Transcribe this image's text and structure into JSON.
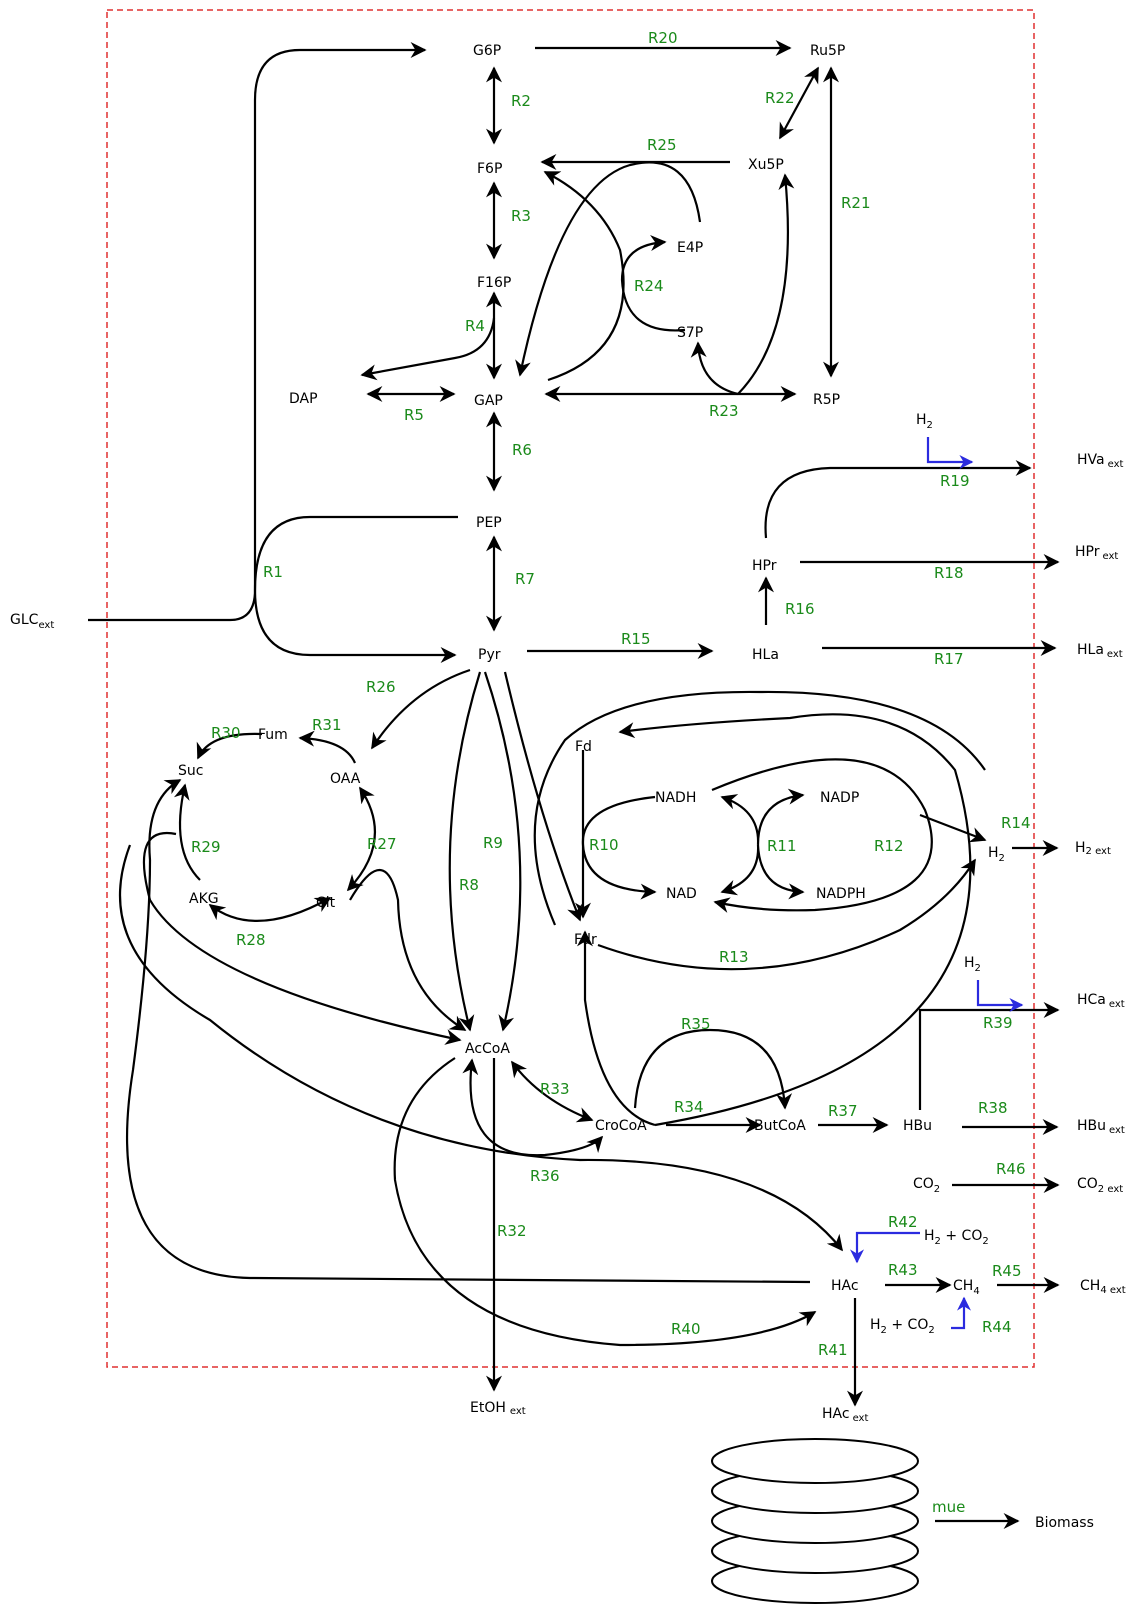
{
  "metabolites": {
    "g6p": "G6P",
    "ru5p": "Ru5P",
    "f6p": "F6P",
    "xu5p": "Xu5P",
    "e4p": "E4P",
    "f16p": "F16P",
    "s7p": "S7P",
    "dap": "DAP",
    "gap": "GAP",
    "r5p": "R5P",
    "pep": "PEP",
    "glc_ext": "GLC",
    "glc_ext_sub": "ext",
    "pyr": "Pyr",
    "hla": "HLa",
    "hpr": "HPr",
    "h2_top": "H",
    "h2_top_sub": "2",
    "hva_ext": "HVa",
    "hva_ext_sub": "ext",
    "hpr_ext": "HPr",
    "hpr_ext_sub": "ext",
    "hla_ext": "HLa",
    "hla_ext_sub": "ext",
    "fum": "Fum",
    "suc": "Suc",
    "oaa": "OAA",
    "akg": "AKG",
    "cit": "Cit",
    "fd": "Fd",
    "fdr": "Fdr",
    "nadh": "NADH",
    "nadp": "NADP",
    "nad": "NAD",
    "nadph": "NADPH",
    "h2": "H",
    "h2_sub": "2",
    "h2_ext": "H",
    "h2_ext_sub": "2 ext",
    "h2_hca": "H",
    "h2_hca_sub": "2",
    "hca_ext": "HCa",
    "hca_ext_sub": "ext",
    "accoa": "AcCoA",
    "crocoa": "CroCoA",
    "butcoa": "ButCoA",
    "hbu": "HBu",
    "hbu_ext": "HBu",
    "hbu_ext_sub": "ext",
    "co2": "CO",
    "co2_sub": "2",
    "co2_ext": "CO",
    "co2_ext_sub": "2 ext",
    "h2co2_a": "H",
    "h2co2_a_sub": "2",
    "h2co2_a_rest": " + CO",
    "h2co2_a_sub2": "2",
    "hac": "HAc",
    "ch4": "CH",
    "ch4_sub": "4",
    "ch4_ext": "CH",
    "ch4_ext_sub": "4 ext",
    "h2co2_b": "H",
    "h2co2_b_sub": "2",
    "h2co2_b_rest": " + CO",
    "h2co2_b_sub2": "2",
    "etoh_ext": "EtOH",
    "etoh_ext_sub": "ext",
    "hac_ext": "HAc",
    "hac_ext_sub": "ext",
    "biomass": "Biomass"
  },
  "reactions": {
    "r1": "R1",
    "r2": "R2",
    "r3": "R3",
    "r4": "R4",
    "r5": "R5",
    "r6": "R6",
    "r7": "R7",
    "r8": "R8",
    "r9": "R9",
    "r10": "R10",
    "r11": "R11",
    "r12": "R12",
    "r13": "R13",
    "r14": "R14",
    "r15": "R15",
    "r16": "R16",
    "r17": "R17",
    "r18": "R18",
    "r19": "R19",
    "r20": "R20",
    "r21": "R21",
    "r22": "R22",
    "r23": "R23",
    "r24": "R24",
    "r25": "R25",
    "r26": "R26",
    "r27": "R27",
    "r28": "R28",
    "r29": "R29",
    "r30": "R30",
    "r31": "R31",
    "r32": "R32",
    "r33": "R33",
    "r34": "R34",
    "r35": "R35",
    "r36": "R36",
    "r37": "R37",
    "r38": "R38",
    "r39": "R39",
    "r40": "R40",
    "r41": "R41",
    "r42": "R42",
    "r43": "R43",
    "r44": "R44",
    "r45": "R45",
    "r46": "R46",
    "mue": "mue"
  },
  "colors": {
    "reaction_label": "#1a8a1a",
    "h2_input_arrow": "#2b2bdf",
    "boundary": "#e03030",
    "arrow": "#000000"
  }
}
